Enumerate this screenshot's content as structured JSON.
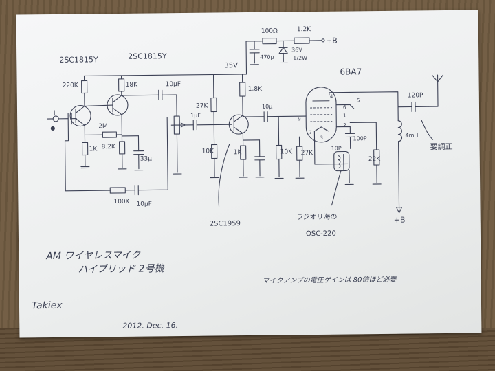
{
  "transistors": {
    "q1_q2_type": "2SC1815Y",
    "q1_q2_type_b": "2SC1815Y",
    "q3_type": "2SC1959"
  },
  "tube": {
    "type": "6BA7",
    "pin1": "1",
    "pin2": "2",
    "pin3": "3",
    "pin4": "4",
    "pin5": "5",
    "pin6": "6",
    "pin7": "7",
    "pin9": "9"
  },
  "supply": {
    "plus_b_top": "+B",
    "plus_b_bottom": "+B",
    "voltage_35v": "35V",
    "r_100": "100Ω",
    "r_1k2": "1.2K",
    "zener": "36V",
    "zener_w": "1/2W",
    "cap_470u": "470μ"
  },
  "mic_amp": {
    "r_220k": "220K",
    "r_18k": "18K",
    "r_1k": "1K",
    "r_2m": "2M",
    "r_8k2": "8.2K",
    "c_33u": "33μ",
    "c_10uf": "10μF",
    "r_100k": "100K",
    "c_10uf_fb": "10μF"
  },
  "buffer": {
    "r_27k": "27K",
    "r_1k8": "1.8K",
    "c_10u": "10μ",
    "r_10k": "10K",
    "r_1k_emitter": "1K",
    "r_10k_b": "10K",
    "r_27k_g": "27K",
    "c_1uf": "1μF"
  },
  "oscillator": {
    "c_120p": "120P",
    "l_4mh": "4mH",
    "c_100p": "100P",
    "c_10p": "10P",
    "r_22k": "22K",
    "adjust_label": "要調正",
    "coil_label": "ラジオリ海の",
    "coil_model": "OSC-220"
  },
  "title": {
    "line1": "AM ワイヤレスマイク",
    "line2": "ハイブリッド 2号機"
  },
  "note": "マイクアンプの電圧ゲインは 80倍ほど必要",
  "author": "Takiex",
  "date": "2012. Dec. 16."
}
